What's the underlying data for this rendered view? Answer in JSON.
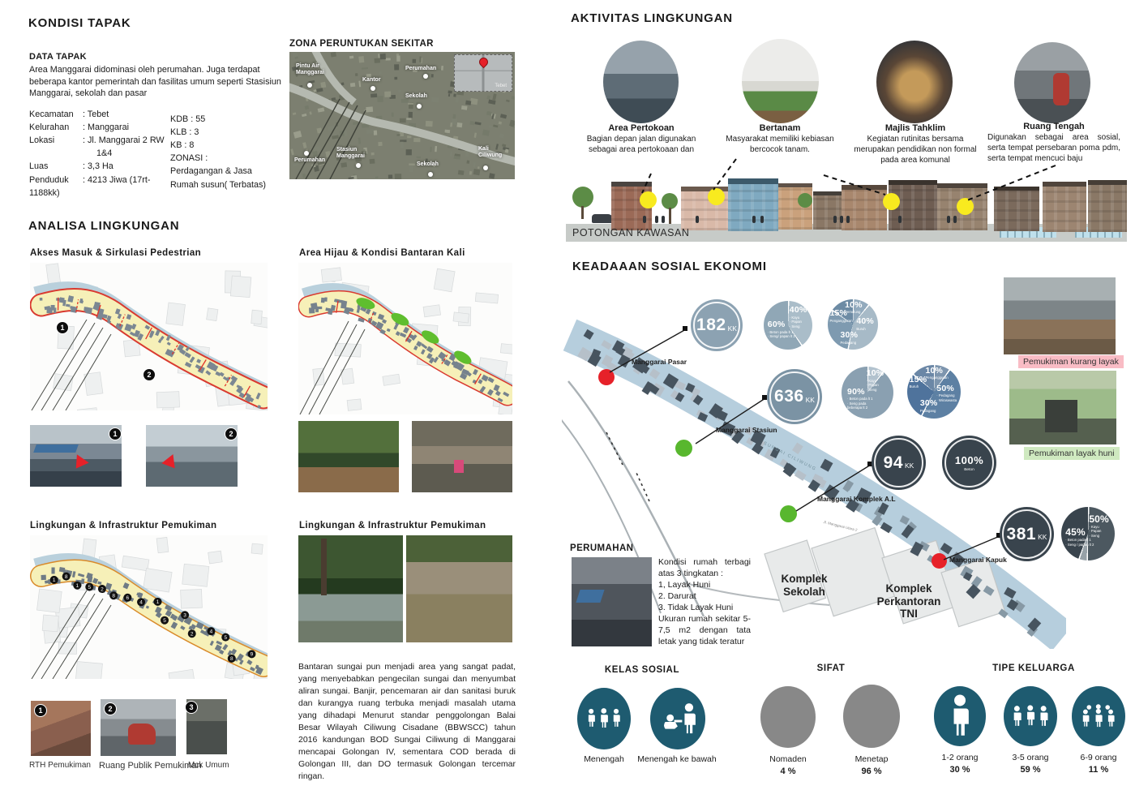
{
  "left": {
    "kondisi": {
      "title": "KONDISI TAPAK",
      "data_tapak_title": "DATA TAPAK",
      "intro": "Area Manggarai didominasi oleh perumahan. Juga terdapat beberapa kantor pemerintah dan fasilitas umum seperti Stasisiun Manggarai, sekolah dan pasar",
      "fields": [
        {
          "label": "Kecamatan",
          "value": ": Tebet"
        },
        {
          "label": "Kelurahan",
          "value": ": Manggarai"
        },
        {
          "label": "Lokasi",
          "value": ": Jl. Manggarai 2 RW"
        },
        {
          "label": "",
          "value": "  1&4"
        },
        {
          "label": "Luas",
          "value": ": 3,3 Ha"
        },
        {
          "label": "Penduduk",
          "value": ": 4213 Jiwa (17rt- 1188kk)"
        }
      ],
      "fields_right": [
        "KDB : 55",
        "KLB : 3",
        "KB  : 8",
        "ZONASI :",
        "Perdagangan & Jasa",
        "Rumah susun( Terbatas)"
      ]
    },
    "zona": {
      "title": "ZONA PERUNTUKAN SEKITAR",
      "labels": [
        {
          "text": "Pintu Air\nManggarai"
        },
        {
          "text": "Kantor"
        },
        {
          "text": "Perumahan"
        },
        {
          "text": "Sekolah"
        },
        {
          "text": "Perumahan"
        },
        {
          "text": "Stasiun\nManggarai"
        },
        {
          "text": "Sekolah"
        },
        {
          "text": "Kali\nCiliwung"
        }
      ],
      "inset": "Tebet"
    },
    "analisa": {
      "title": "ANALISA LINGKUNGAN",
      "map1_title": "Akses Masuk & Sirkulasi Pedestrian",
      "map2_title": "Area Hijau & Kondisi Bantaran Kali",
      "map3_title": "Lingkungan & Infrastruktur Pemukiman",
      "map4_title": "Lingkungan & Infrastruktur Pemukiman",
      "map1_badges": [
        "1",
        "2"
      ],
      "photo_badges": [
        "1",
        "2"
      ],
      "bottom_badges": [
        "1",
        "2",
        "3"
      ],
      "map3_badges": [
        "1",
        "8",
        "1",
        "5",
        "2",
        "8",
        "6",
        "4",
        "1",
        "5",
        "3",
        "2",
        "4",
        "5",
        "8",
        "9"
      ],
      "bottom_photos": [
        "RTH  Pemukiman",
        "Ruang Publik Pemukiman",
        "Mck Umum"
      ],
      "river_paragraph": "Bantaran sungai pun menjadi area yang sangat padat, yang menyebabkan pengecilan sungai dan menyumbat aliran sungai. Banjir, pencemaran air dan sanitasi buruk dan kurangya ruang terbuka menjadi masalah utama yang dihadapi Menurut standar penggolongan Balai Besar Wilayah Ciliwung Cisadane (BBWSCC) tahun 2016 kandungan BOD Sungai Ciliwung di Manggarai mencapai Golongan IV, sementara COD berada di Golongan III, dan DO termasuk Golongan tercemar ringan."
    }
  },
  "right": {
    "aktivitas": {
      "title": "AKTIVITAS LINGKUNGAN",
      "items": [
        {
          "title": "Area Pertokoan",
          "desc": "Bagian depan jalan digunakan sebagai area pertokoaan dan"
        },
        {
          "title": "Bertanam",
          "desc": "Masyarakat memiliki kebiasan bercocok tanam."
        },
        {
          "title": "Majlis Tahklim",
          "desc": "Kegiatan rutinitas bersama merupakan pendidikan non formal pada area komunal"
        },
        {
          "title": "Ruang Tengah",
          "desc": "Digunakan sebagai area sosial, serta tempat persebaran poma pdm, serta tempat mencuci baju"
        }
      ],
      "section_label": "POTONGAN KAWASAN"
    },
    "keadaan": {
      "title": "KEADAAAN SOSIAL EKONOMI",
      "points": [
        {
          "name": "Manggarai Pasar",
          "kk": "182",
          "unit": "KK"
        },
        {
          "name": "Manggarai Stasiun",
          "kk": "636",
          "unit": "KK"
        },
        {
          "name": "Manggarai Komplek A.L",
          "kk": "94",
          "unit": "KK"
        },
        {
          "name": "Manggarai Kapuk",
          "kk": "381",
          "unit": "KK"
        }
      ],
      "beton_circle": {
        "pct": "100%",
        "label": "Beton"
      },
      "map_labels": {
        "sekolah": "Komplek\nSekolah",
        "tni": "Komplek\nPerkantoran\nTNI",
        "river": "SUNGAI CILIWUNG",
        "road": "Jl. Manggarai Utara 2"
      },
      "photo_tags": [
        {
          "label": "Pemukiman kurang layak",
          "color": "#f9bcc5"
        },
        {
          "label": "Pemukiman layak huni",
          "color": "#cfe9c0"
        }
      ],
      "pies": {
        "p182_material": [
          {
            "value": 40,
            "pct": "40%",
            "sub": "· Kayu\n· Papan\n· Seng",
            "color": "#aabdc9"
          },
          {
            "value": 60,
            "pct": "60%",
            "sub": "· Beton pada lt 1\n· Seng/ papan lt 2",
            "color": "#90a7b6"
          }
        ],
        "p182_job": [
          {
            "value": 10,
            "pct": "10%",
            "sub": "Pemulung",
            "color": "#92aabd"
          },
          {
            "value": 40,
            "pct": "40%",
            "sub": "Buruh",
            "color": "#a7bac7"
          },
          {
            "value": 30,
            "pct": "30%",
            "sub": "Pedagang",
            "color": "#7e9ab0"
          },
          {
            "value": 15,
            "pct": "15%",
            "sub": "Pengangguran",
            "color": "#6d8ba4"
          }
        ],
        "p636_material": [
          {
            "value": 10,
            "pct": "10%",
            "sub": "· Kayu\n· Papan\n· Seng",
            "color": "#b2c2ce"
          },
          {
            "value": 90,
            "pct": "90%",
            "sub": "· Beton pada lt 1\n· Seng pada\n  beberapa lt 2",
            "color": "#8aa0b1"
          }
        ],
        "p636_job": [
          {
            "value": 10,
            "pct": "10%",
            "sub": "Pengangguran",
            "color": "#7d95ae"
          },
          {
            "value": 50,
            "pct": "50%",
            "sub": "· Pedagang\n· Wiraswasta",
            "color": "#5d80a3"
          },
          {
            "value": 30,
            "pct": "30%",
            "sub": "Pedagang",
            "color": "#4f739c"
          },
          {
            "value": 15,
            "pct": "15%",
            "sub": "Buruh",
            "color": "#6b87a6"
          }
        ],
        "p381_material": [
          {
            "value": 50,
            "pct": "50%",
            "sub": "· Kayu\n· Papan\n· Seng",
            "color": "#4c5860"
          },
          {
            "value": 5,
            "pct": "",
            "sub": "",
            "color": "#97a1a7"
          },
          {
            "value": 45,
            "pct": "45%",
            "sub": "· Beton pada lt 1\n· Seng / papan lt 2",
            "color": "#39444d"
          }
        ]
      }
    },
    "perumahan": {
      "title": "PERUMAHAN",
      "text": "Kondisi rumah terbagi atas 3 tingkatan :\n1, Layak Huni\n2. Darurat\n3. Tidak Layak Huni\nUkuran rumah sekitar 5-7,5 m2 dengan tata letak yang tidak teratur"
    },
    "stats": {
      "kelas": {
        "title": "KELAS SOSIAL",
        "items": [
          {
            "label": "Menengah",
            "pct": ""
          },
          {
            "label": "Menengah ke bawah",
            "pct": ""
          }
        ]
      },
      "sifat": {
        "title": "SIFAT",
        "items": [
          {
            "label": "Nomaden",
            "pct": "4 %"
          },
          {
            "label": "Menetap",
            "pct": "96 %"
          }
        ]
      },
      "tipe": {
        "title": "TIPE KELUARGA",
        "items": [
          {
            "label": "1-2 orang",
            "pct": "30 %"
          },
          {
            "label": "3-5 orang",
            "pct": "59 %"
          },
          {
            "label": "6-9 orang",
            "pct": "11 %"
          }
        ]
      }
    }
  },
  "palette": {
    "teal": "#1e5b70",
    "river": "#b6cedd",
    "site_yellow": "#f6f0b8",
    "red": "#e62129",
    "green": "#58b72e",
    "pie_light": "#8ca2b2",
    "pie_dark": "#39444d",
    "pink_tag": "#f9bcc5",
    "green_tag": "#cfe9c0",
    "marker_yellow": "#f8ea1f"
  },
  "chart_data": [
    {
      "type": "pie",
      "title": "Manggarai Pasar 182 KK — material rumah",
      "labels": [
        "Kayu/Papan/Seng",
        "Beton pada lt 1, Seng/papan lt 2"
      ],
      "values": [
        40,
        60
      ]
    },
    {
      "type": "pie",
      "title": "Manggarai Pasar 182 KK — pekerjaan",
      "labels": [
        "Pemulung",
        "Buruh",
        "Pedagang",
        "Pengangguran"
      ],
      "values": [
        10,
        40,
        30,
        15
      ]
    },
    {
      "type": "pie",
      "title": "Manggarai Stasiun 636 KK — material rumah",
      "labels": [
        "Kayu/Papan/Seng",
        "Beton pada lt 1, Seng pada beberapa lt 2"
      ],
      "values": [
        10,
        90
      ]
    },
    {
      "type": "pie",
      "title": "Manggarai Stasiun 636 KK — pekerjaan",
      "labels": [
        "Pengangguran",
        "Pedagang/Wiraswasta",
        "Pedagang",
        "Buruh"
      ],
      "values": [
        10,
        50,
        30,
        15
      ]
    },
    {
      "type": "pie",
      "title": "Manggarai Komplek A.L 94 KK — material rumah",
      "labels": [
        "Beton"
      ],
      "values": [
        100
      ]
    },
    {
      "type": "pie",
      "title": "Manggarai Kapuk 381 KK — material rumah",
      "labels": [
        "Kayu/Papan/Seng",
        "lainnya",
        "Beton pada lt 1, Seng/papan lt 2"
      ],
      "values": [
        50,
        5,
        45
      ]
    },
    {
      "type": "pie",
      "title": "Sifat penduduk",
      "labels": [
        "Nomaden",
        "Menetap"
      ],
      "values": [
        4,
        96
      ]
    },
    {
      "type": "pie",
      "title": "Tipe keluarga",
      "labels": [
        "1-2 orang",
        "3-5 orang",
        "6-9 orang"
      ],
      "values": [
        30,
        59,
        11
      ]
    }
  ]
}
